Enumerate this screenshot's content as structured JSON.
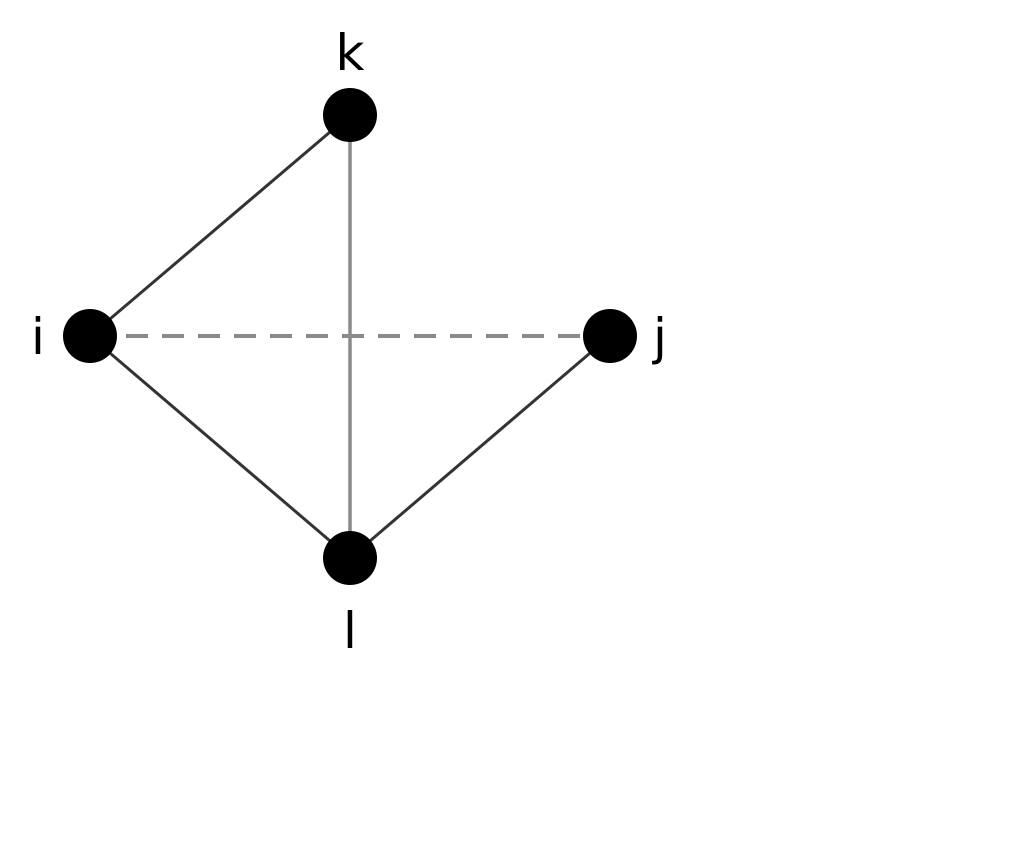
{
  "diagram": {
    "nodes": [
      {
        "id": "k",
        "label": "k"
      },
      {
        "id": "i",
        "label": "i"
      },
      {
        "id": "j",
        "label": "j"
      },
      {
        "id": "l",
        "label": "l"
      }
    ],
    "edges": [
      {
        "from": "i",
        "to": "k",
        "style": "solid"
      },
      {
        "from": "k",
        "to": "l",
        "style": "solid"
      },
      {
        "from": "i",
        "to": "l",
        "style": "solid"
      },
      {
        "from": "l",
        "to": "j",
        "style": "solid"
      },
      {
        "from": "i",
        "to": "j",
        "style": "dashed"
      }
    ],
    "colors": {
      "node": "#000000",
      "edge_solid_outer": "#333333",
      "edge_solid_inner": "#8a8a8a",
      "edge_dashed": "#8a8a8a",
      "label": "#000000"
    }
  }
}
